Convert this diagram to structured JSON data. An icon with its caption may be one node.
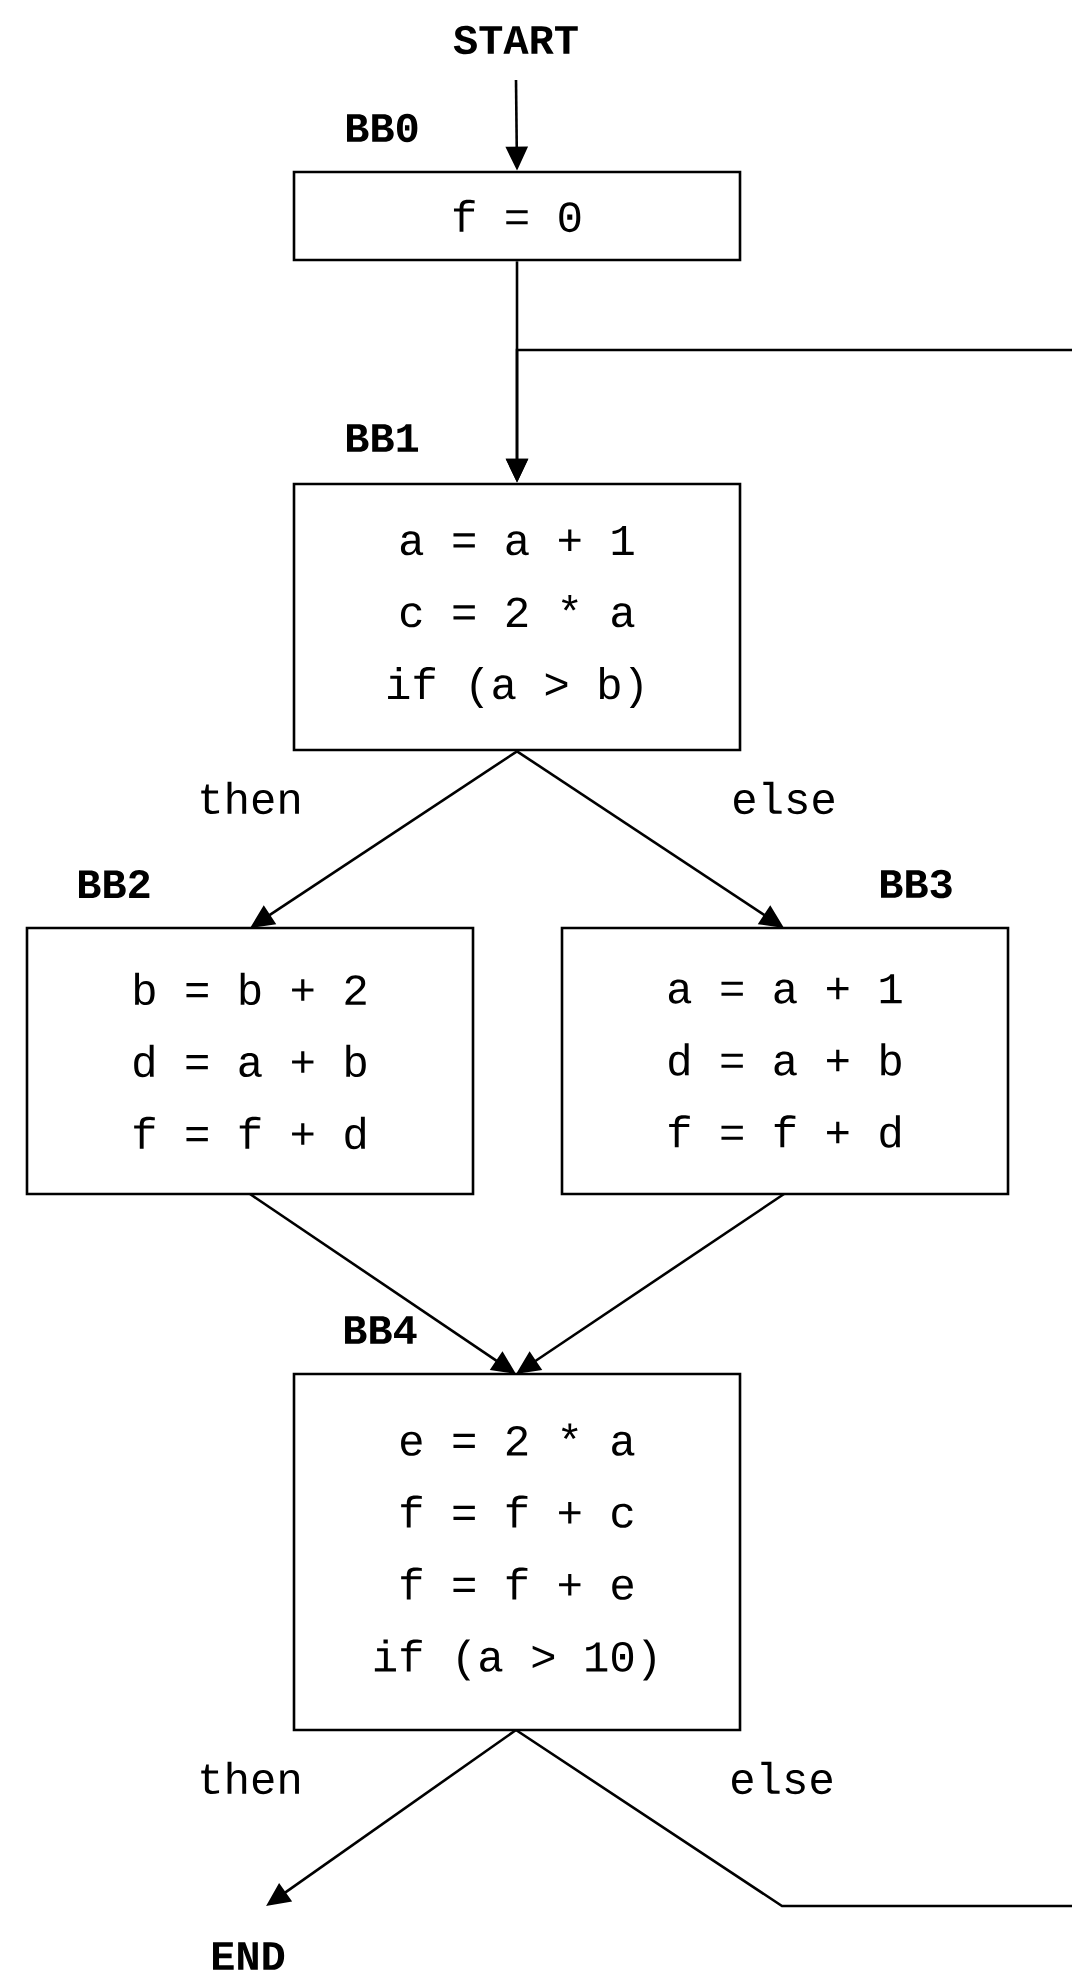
{
  "diagram": {
    "nodes": [
      {
        "text": [
          "START"
        ]
      },
      {
        "text": [
          "BB0",
          "f = 0"
        ]
      },
      {
        "text": [
          "BB1",
          "a = a + 1",
          "c = 2 * a",
          "if (a > b)"
        ]
      },
      {
        "text": [
          "BB2",
          "b = b + 2",
          "d = a + b",
          "f = f + d"
        ]
      },
      {
        "text": [
          "BB3",
          "a = a + 1",
          "d = a + b",
          "f = f + d"
        ]
      },
      {
        "text": [
          "BB4",
          "e = 2 * a",
          "f = f + c",
          "f = f + e",
          "if (a > 10)"
        ]
      },
      {
        "text": [
          "END"
        ]
      }
    ],
    "edges": [
      {
        "from": 0,
        "to": 1,
        "arrow": "to"
      },
      {
        "from": 1,
        "to": 2,
        "arrow": "to"
      },
      {
        "from": 2,
        "to": 3,
        "arrow": "to",
        "label": "then"
      },
      {
        "from": 2,
        "to": 4,
        "arrow": "to",
        "label": "else"
      },
      {
        "from": 3,
        "to": 5,
        "arrow": "to"
      },
      {
        "from": 4,
        "to": 5,
        "arrow": "to"
      },
      {
        "from": 5,
        "to": 6,
        "arrow": "to",
        "label": "then"
      },
      {
        "from": 5,
        "to": 2,
        "arrow": "to",
        "label": "else"
      }
    ]
  }
}
